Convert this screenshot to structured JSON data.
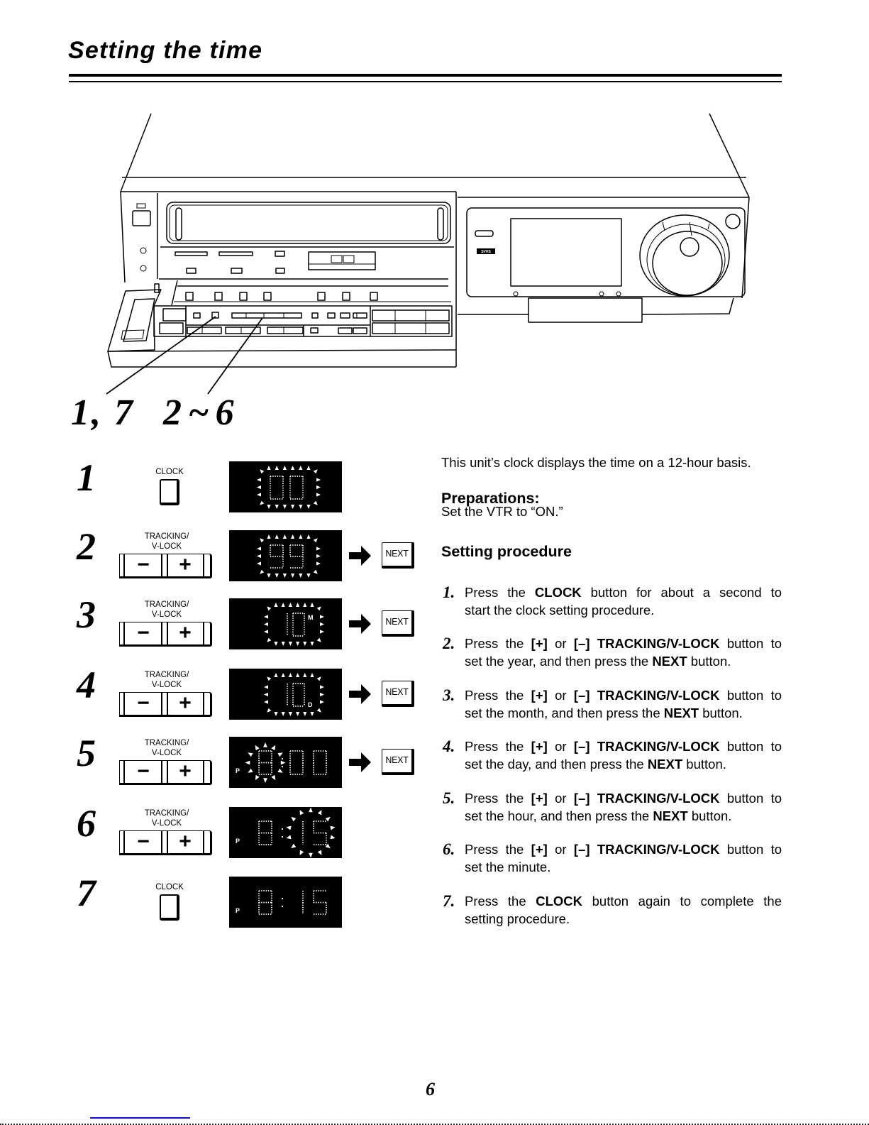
{
  "page": {
    "title": "Setting the time",
    "page_number": "6"
  },
  "diagram": {
    "badge": "SVHS",
    "callouts": [
      "1, 7",
      "2~6"
    ]
  },
  "controls": {
    "clock_label": "CLOCK",
    "tracking_label_1": "TRACKING/",
    "tracking_label_2": "V-LOCK",
    "minus_glyph": "−",
    "plus_glyph": "+",
    "next_label": "NEXT"
  },
  "visual_steps": [
    {
      "number": "1",
      "control": "clock",
      "next": false,
      "display": {
        "mode": "date",
        "value": "00",
        "unit": "",
        "unit_position": "",
        "blink": "frame"
      }
    },
    {
      "number": "2",
      "control": "tracking",
      "next": true,
      "display": {
        "mode": "date",
        "value": "99",
        "unit": "",
        "unit_position": "",
        "blink": "frame"
      }
    },
    {
      "number": "3",
      "control": "tracking",
      "next": true,
      "display": {
        "mode": "date",
        "value": "10",
        "unit": "M",
        "unit_position": "top",
        "blink": "frame"
      }
    },
    {
      "number": "4",
      "control": "tracking",
      "next": true,
      "display": {
        "mode": "date",
        "value": "10",
        "unit": "D",
        "unit_position": "bottom",
        "blink": "frame"
      }
    },
    {
      "number": "5",
      "control": "tracking",
      "next": true,
      "display": {
        "mode": "time",
        "ampm": "P",
        "hour": "8",
        "minute": "00",
        "blink": "hour"
      }
    },
    {
      "number": "6",
      "control": "tracking",
      "next": false,
      "display": {
        "mode": "time",
        "ampm": "P",
        "hour": "8",
        "minute": "15",
        "blink": "minute"
      }
    },
    {
      "number": "7",
      "control": "clock",
      "next": false,
      "display": {
        "mode": "time",
        "ampm": "P",
        "hour": "8",
        "minute": "15",
        "blink": "none"
      }
    }
  ],
  "text": {
    "intro": "This unit’s clock displays the time on a 12-hour basis.",
    "preparations_heading": "Preparations:",
    "preparations_body": "Set the VTR to “ON.”",
    "procedure_heading": "Setting procedure",
    "steps": [
      {
        "number": "1.",
        "lines": [
          [
            {
              "text": "Press the ",
              "bold": false
            },
            {
              "text": "CLOCK",
              "bold": true
            },
            {
              "text": " button for about a second to",
              "bold": false
            }
          ],
          [
            {
              "text": "start the clock setting procedure.",
              "bold": false
            }
          ]
        ]
      },
      {
        "number": "2.",
        "lines": [
          [
            {
              "text": "Press the ",
              "bold": false
            },
            {
              "text": "[+]",
              "bold": true
            },
            {
              "text": " or ",
              "bold": false
            },
            {
              "text": "[–]",
              "bold": true
            },
            {
              "text": " ",
              "bold": false
            },
            {
              "text": "TRACKING/V-LOCK",
              "bold": true
            },
            {
              "text": " button to",
              "bold": false
            }
          ],
          [
            {
              "text": "set the year, and then press the ",
              "bold": false
            },
            {
              "text": "NEXT",
              "bold": true
            },
            {
              "text": " button.",
              "bold": false
            }
          ]
        ]
      },
      {
        "number": "3.",
        "lines": [
          [
            {
              "text": "Press the ",
              "bold": false
            },
            {
              "text": "[+]",
              "bold": true
            },
            {
              "text": " or ",
              "bold": false
            },
            {
              "text": "[–]",
              "bold": true
            },
            {
              "text": " ",
              "bold": false
            },
            {
              "text": "TRACKING/V-LOCK",
              "bold": true
            },
            {
              "text": " button to",
              "bold": false
            }
          ],
          [
            {
              "text": "set the month, and then press the ",
              "bold": false
            },
            {
              "text": "NEXT",
              "bold": true
            },
            {
              "text": " button.",
              "bold": false
            }
          ]
        ]
      },
      {
        "number": "4.",
        "lines": [
          [
            {
              "text": "Press the ",
              "bold": false
            },
            {
              "text": "[+]",
              "bold": true
            },
            {
              "text": " or ",
              "bold": false
            },
            {
              "text": "[–]",
              "bold": true
            },
            {
              "text": " ",
              "bold": false
            },
            {
              "text": "TRACKING/V-LOCK",
              "bold": true
            },
            {
              "text": " button to",
              "bold": false
            }
          ],
          [
            {
              "text": "set the day, and then press the ",
              "bold": false
            },
            {
              "text": "NEXT",
              "bold": true
            },
            {
              "text": " button.",
              "bold": false
            }
          ]
        ]
      },
      {
        "number": "5.",
        "lines": [
          [
            {
              "text": "Press the ",
              "bold": false
            },
            {
              "text": "[+]",
              "bold": true
            },
            {
              "text": " or ",
              "bold": false
            },
            {
              "text": "[–]",
              "bold": true
            },
            {
              "text": " ",
              "bold": false
            },
            {
              "text": "TRACKING/V-LOCK",
              "bold": true
            },
            {
              "text": " button to",
              "bold": false
            }
          ],
          [
            {
              "text": "set the hour, and then press the ",
              "bold": false
            },
            {
              "text": "NEXT",
              "bold": true
            },
            {
              "text": " button.",
              "bold": false
            }
          ]
        ]
      },
      {
        "number": "6.",
        "lines": [
          [
            {
              "text": "Press the ",
              "bold": false
            },
            {
              "text": "[+]",
              "bold": true
            },
            {
              "text": " or ",
              "bold": false
            },
            {
              "text": "[–]",
              "bold": true
            },
            {
              "text": " ",
              "bold": false
            },
            {
              "text": "TRACKING/V-LOCK",
              "bold": true
            },
            {
              "text": " button to",
              "bold": false
            }
          ],
          [
            {
              "text": "set the minute.",
              "bold": false
            }
          ]
        ]
      },
      {
        "number": "7.",
        "lines": [
          [
            {
              "text": "Press the ",
              "bold": false
            },
            {
              "text": "CLOCK",
              "bold": true
            },
            {
              "text": " button again to complete the",
              "bold": false
            }
          ],
          [
            {
              "text": "setting procedure.",
              "bold": false
            }
          ]
        ]
      }
    ]
  }
}
